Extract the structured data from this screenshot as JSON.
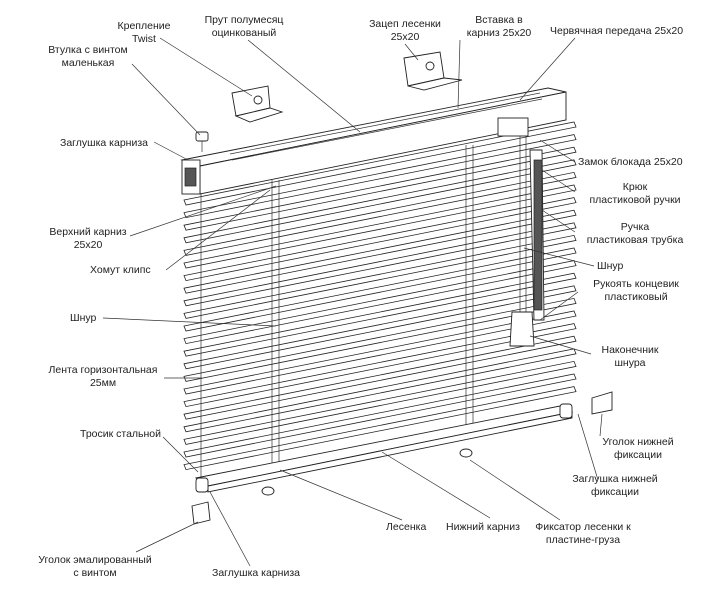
{
  "labels": {
    "twist_mount": "Крепление\nTwist",
    "half_moon_rod": "Прут полумесяц\nоцинкованый",
    "ladder_hook": "Зацеп лесенки\n25х20",
    "cornice_insert": "Вставка в\nкарниз 25х20",
    "worm_gear": "Червячная передача 25х20",
    "small_bushing": "Втулка с винтом\nмаленькая",
    "cornice_cap_top": "Заглушка карниза",
    "block_lock": "Замок блокада 25х20",
    "plastic_handle_hook": "Крюк\nпластиковой ручки",
    "handle_plastic_tube": "Ручка\nпластиковая трубка",
    "upper_cornice": "Верхний карниз\n25х20",
    "clip_clamp": "Хомут клипс",
    "cord_right": "Шнур",
    "end_handle": "Рукоять концевик\nпластиковый",
    "cord_left": "Шнур",
    "cord_tip": "Наконечник\nшнура",
    "horizontal_slat": "Лента горизонтальная\n25мм",
    "steel_cable": "Тросик стальной",
    "bottom_fix_corner": "Уголок нижней\nфиксации",
    "bottom_fix_cap": "Заглушка нижней\nфиксации",
    "ladder": "Лесенка",
    "bottom_cornice": "Нижний карниз",
    "ladder_fixator": "Фиксатор лесенки к\nпластине-груза",
    "enamel_corner": "Уголок эмалированный\nс винтом",
    "cornice_cap_bottom": "Заглушка карниза"
  }
}
